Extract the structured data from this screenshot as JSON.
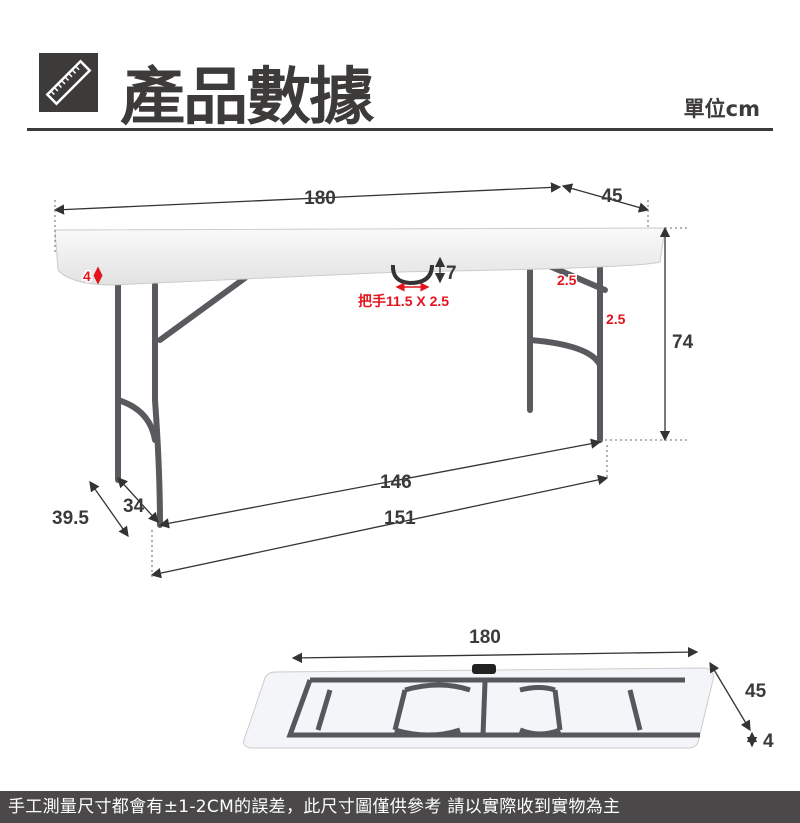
{
  "header": {
    "title": "產品數據",
    "unit": "單位cm",
    "icon": "ruler-icon"
  },
  "table_diagram": {
    "length": "180",
    "width": "45",
    "height": "74",
    "top_thickness": "4",
    "handle_height": "7",
    "handle_label": "把手11.5 X 2.5",
    "brace_width": "2.5",
    "leg_width": "2.5",
    "inner_leg_span": "146",
    "outer_leg_span": "151",
    "foot_inner": "34",
    "foot_outer": "39.5"
  },
  "folded_diagram": {
    "length": "180",
    "width": "45",
    "thickness": "4"
  },
  "footer": {
    "note": "手工測量尺寸都會有±1-2CM的誤差，此尺寸圖僅供參考 請以實際收到實物為主"
  },
  "colors": {
    "dark": "#3d3a3a",
    "accent_red": "#e3141c",
    "frame": "#5a5a5e"
  }
}
